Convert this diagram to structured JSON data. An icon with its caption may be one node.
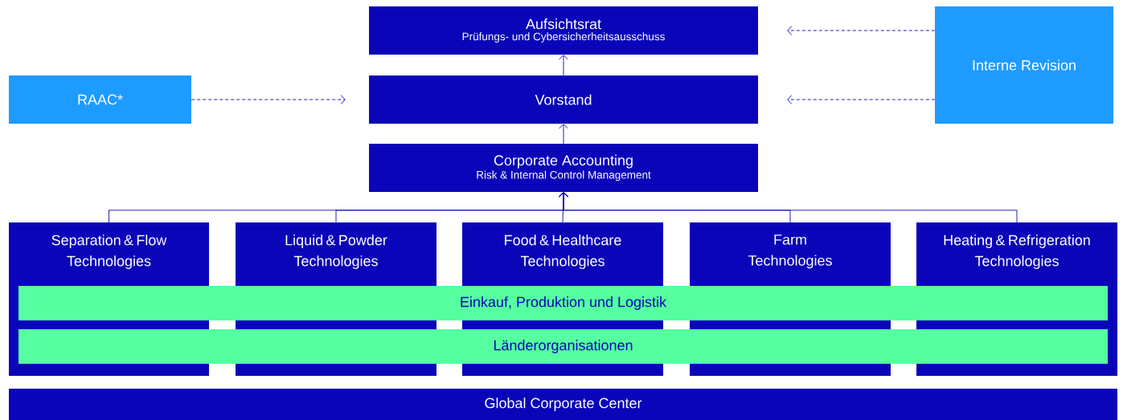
{
  "diagram": {
    "nodes": [
      {
        "text": [
          "Aufsichtsrat",
          "Prüfungs- und Cybersicherheitsausschuss"
        ]
      },
      {
        "text": [
          "RAAC*"
        ]
      },
      {
        "text": [
          "Vorstand"
        ]
      },
      {
        "text": [
          "Interne Revision"
        ]
      },
      {
        "text": [
          "Corporate Accounting",
          "Risk & Internal Control Management"
        ]
      },
      {
        "text": [
          "Separation & Flow Technologies"
        ]
      },
      {
        "text": [
          "Liquid & Powder Technologies"
        ]
      },
      {
        "text": [
          "Food & Healthcare Technologies"
        ]
      },
      {
        "text": [
          "Farm Technologies"
        ]
      },
      {
        "text": [
          "Heating & Refrigeration Technologies"
        ]
      },
      {
        "text": [
          "Einkauf, Produktion und Logistik"
        ]
      },
      {
        "text": [
          "Länderorganisationen"
        ]
      },
      {
        "text": [
          "Global Corporate Center"
        ]
      }
    ],
    "edges": [
      {
        "from": 2,
        "to": 0,
        "arrow": "to"
      },
      {
        "from": 1,
        "to": 2,
        "arrow": "to",
        "style": "dashed"
      },
      {
        "from": 3,
        "to": 0,
        "arrow": "to",
        "style": "dashed"
      },
      {
        "from": 3,
        "to": 2,
        "arrow": "to",
        "style": "dashed"
      },
      {
        "from": 4,
        "to": 2,
        "arrow": "to"
      },
      {
        "from": 5,
        "to": 4,
        "arrow": "to"
      },
      {
        "from": 6,
        "to": 4,
        "arrow": "to"
      },
      {
        "from": 7,
        "to": 4,
        "arrow": "to"
      },
      {
        "from": 8,
        "to": 4,
        "arrow": "to"
      },
      {
        "from": 9,
        "to": 4,
        "arrow": "to"
      }
    ]
  }
}
